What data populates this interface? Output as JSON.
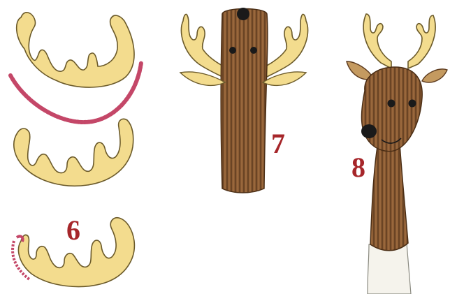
{
  "steps": [
    {
      "number": "6",
      "illustration": "antlers-with-pipe-cleaner"
    },
    {
      "number": "7",
      "illustration": "sock-with-antlers-front-view"
    },
    {
      "number": "8",
      "illustration": "finished-reindeer-puppet"
    }
  ],
  "colors": {
    "antler_fill": "#f3dc8e",
    "antler_outline": "#6b5a2a",
    "pipe_cleaner": "#c44768",
    "sock_brown": "#8a5a33",
    "sock_stripe": "#5c3a1e",
    "nose": "#1a1a1a",
    "step_number": "#a6262a",
    "background": "#ffffff"
  }
}
